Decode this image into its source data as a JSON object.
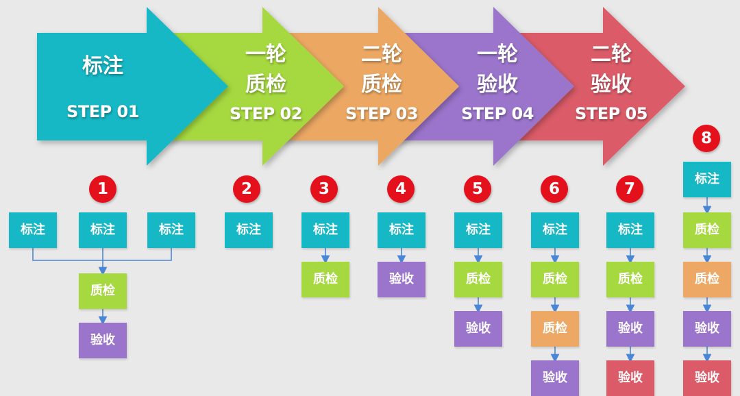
{
  "steps": [
    {
      "title_line1": "标注",
      "title_line2": "",
      "step": "STEP 01",
      "color": "#16b8c6"
    },
    {
      "title_line1": "一轮",
      "title_line2": "质检",
      "step": "STEP 02",
      "color": "#a6d93f"
    },
    {
      "title_line1": "二轮",
      "title_line2": "质检",
      "step": "STEP 03",
      "color": "#eca864"
    },
    {
      "title_line1": "一轮",
      "title_line2": "验收",
      "step": "STEP 04",
      "color": "#9b74cc"
    },
    {
      "title_line1": "二轮",
      "title_line2": "验收",
      "step": "STEP 05",
      "color": "#db5c68"
    }
  ],
  "labels": {
    "annotate": "标注",
    "qc": "质检",
    "accept": "验收"
  },
  "flows": [
    {
      "number": "1"
    },
    {
      "number": "2"
    },
    {
      "number": "3"
    },
    {
      "number": "4"
    },
    {
      "number": "5"
    },
    {
      "number": "6"
    },
    {
      "number": "7"
    },
    {
      "number": "8"
    }
  ],
  "colors": {
    "annotate": "#16b8c6",
    "qc1": "#a6d93f",
    "qc2": "#eca864",
    "accept1": "#9b74cc",
    "accept2": "#db5c68",
    "badge": "#e4101c",
    "connector": "#4a86d6"
  }
}
